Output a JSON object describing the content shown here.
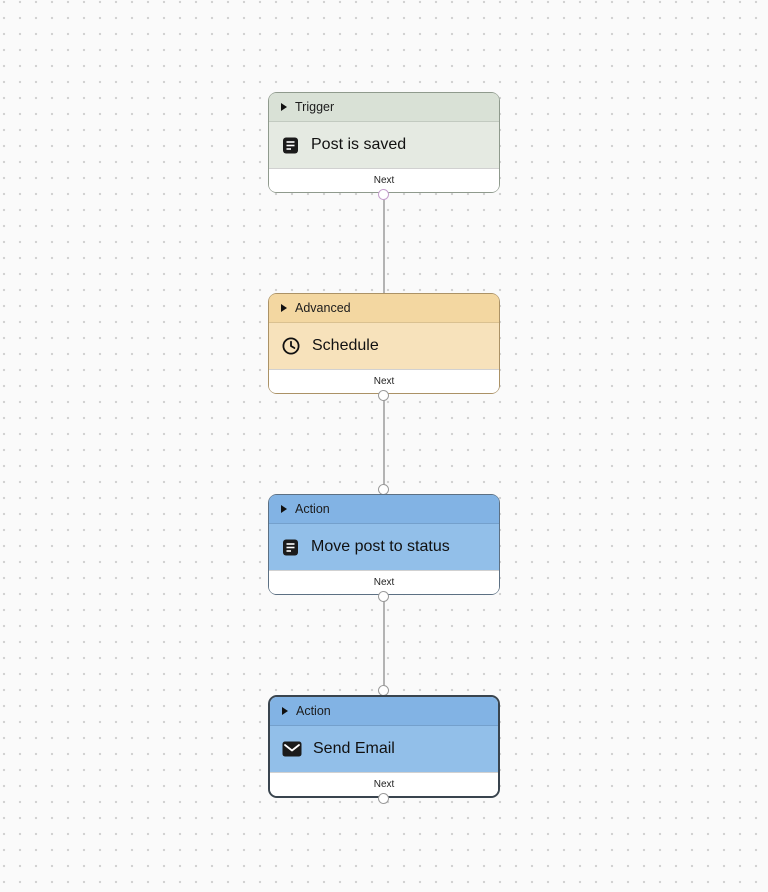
{
  "canvas": {
    "background_color": "#fafafa",
    "dot_color": "#d2d2d2"
  },
  "nodes": [
    {
      "category": "Trigger",
      "title": "Post is saved",
      "footer_label": "Next",
      "icon": "document-icon",
      "colors": {
        "header": "#d9e1d6",
        "body": "#e5eae2",
        "border": "#8f9a8d"
      }
    },
    {
      "category": "Advanced",
      "title": "Schedule",
      "footer_label": "Next",
      "icon": "clock-icon",
      "colors": {
        "header": "#f3d7a1",
        "body": "#f7e2bb",
        "border": "#ab9266"
      }
    },
    {
      "category": "Action",
      "title": "Move post to status",
      "footer_label": "Next",
      "icon": "document-icon",
      "colors": {
        "header": "#82b3e4",
        "body": "#92bfe9",
        "border": "#5c7083"
      }
    },
    {
      "category": "Action",
      "title": "Send Email",
      "footer_label": "Next",
      "icon": "mail-icon",
      "colors": {
        "header": "#82b3e4",
        "body": "#92bfe9",
        "border": "#39444e"
      }
    }
  ]
}
